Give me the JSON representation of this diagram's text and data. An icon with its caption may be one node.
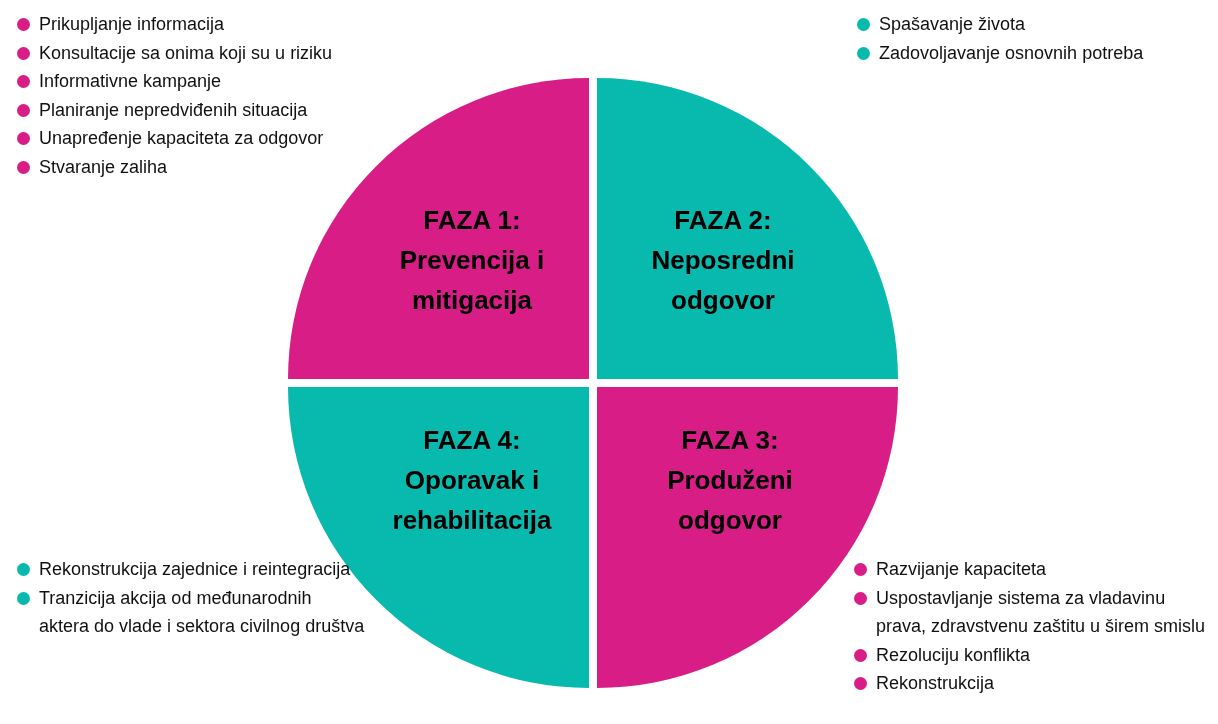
{
  "diagram": {
    "nodes": [
      {
        "text": [
          "FAZA 1: Prevencija i mitigacija"
        ],
        "beside": [
          "Prikupljanje informacija",
          "Konsultacije sa onima koji su u riziku",
          "Informativne kampanje",
          "Planiranje nepredviđenih situacija",
          "Unapređenje kapaciteta za odgovor",
          "Stvaranje zaliha"
        ]
      },
      {
        "text": [
          "FAZA 2: Neposredni odgovor"
        ],
        "beside": [
          "Spašavanje života",
          "Zadovoljavanje osnovnih potreba"
        ]
      },
      {
        "text": [
          "FAZA 4: Oporavak i rehabilitacija"
        ],
        "beside": [
          "Rekonstrukcija zajednice i reintegracija",
          "Tranzicija akcija od međunarodnih aktera do vlade i sektora civilnog društva"
        ]
      },
      {
        "text": [
          "FAZA 3: Produženi odgovor"
        ],
        "beside": [
          "Razvijanje kapaciteta",
          "Uspostavljanje sistema za vladavinu prava, zdravstvenu zaštitu u širem smislu",
          "Rezoluciju konflikta",
          "Rekonstrukcija"
        ]
      }
    ]
  }
}
